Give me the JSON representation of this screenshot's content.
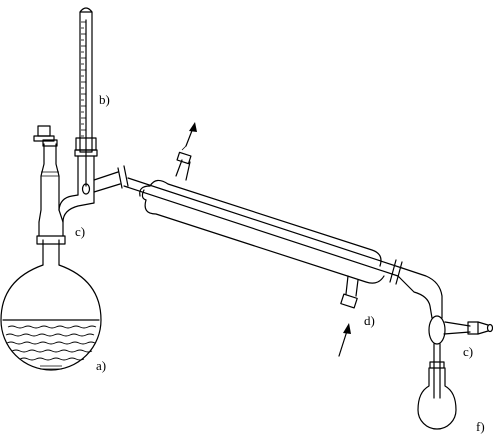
{
  "labels": {
    "flask": "a)",
    "thermometer": "b)",
    "adapter_left": "c)",
    "adapter_right": "c)",
    "condenser": "d)",
    "receiver": "f)"
  }
}
